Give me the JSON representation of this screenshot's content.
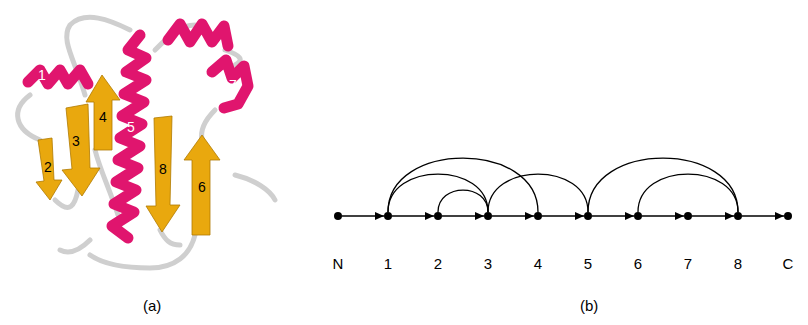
{
  "diagram": {
    "nodes": [
      {
        "text": [
          "N"
        ]
      },
      {
        "text": [
          "1"
        ]
      },
      {
        "text": [
          "2"
        ]
      },
      {
        "text": [
          "3"
        ]
      },
      {
        "text": [
          "4"
        ]
      },
      {
        "text": [
          "5"
        ]
      },
      {
        "text": [
          "6"
        ]
      },
      {
        "text": [
          "7"
        ]
      },
      {
        "text": [
          "8"
        ]
      },
      {
        "text": [
          "C"
        ]
      }
    ],
    "edges": [
      {
        "from": 0,
        "to": 1,
        "arrow": "to"
      },
      {
        "from": 1,
        "to": 2,
        "arrow": "to"
      },
      {
        "from": 2,
        "to": 3,
        "arrow": "to"
      },
      {
        "from": 3,
        "to": 4,
        "arrow": "to"
      },
      {
        "from": 4,
        "to": 5,
        "arrow": "to"
      },
      {
        "from": 5,
        "to": 6,
        "arrow": "to"
      },
      {
        "from": 6,
        "to": 7,
        "arrow": "to"
      },
      {
        "from": 7,
        "to": 8,
        "arrow": "to"
      },
      {
        "from": 8,
        "to": 9,
        "arrow": "to"
      },
      {
        "from": 1,
        "to": 3,
        "arrow": "none"
      },
      {
        "from": 1,
        "to": 4,
        "arrow": "none"
      },
      {
        "from": 2,
        "to": 3,
        "arrow": "none"
      },
      {
        "from": 3,
        "to": 5,
        "arrow": "none"
      },
      {
        "from": 5,
        "to": 8,
        "arrow": "none"
      },
      {
        "from": 6,
        "to": 8,
        "arrow": "none"
      }
    ],
    "labels": [
      "1",
      "2",
      "3",
      "4",
      "5",
      "6",
      "7",
      "8",
      "(a)",
      "(b)"
    ]
  }
}
